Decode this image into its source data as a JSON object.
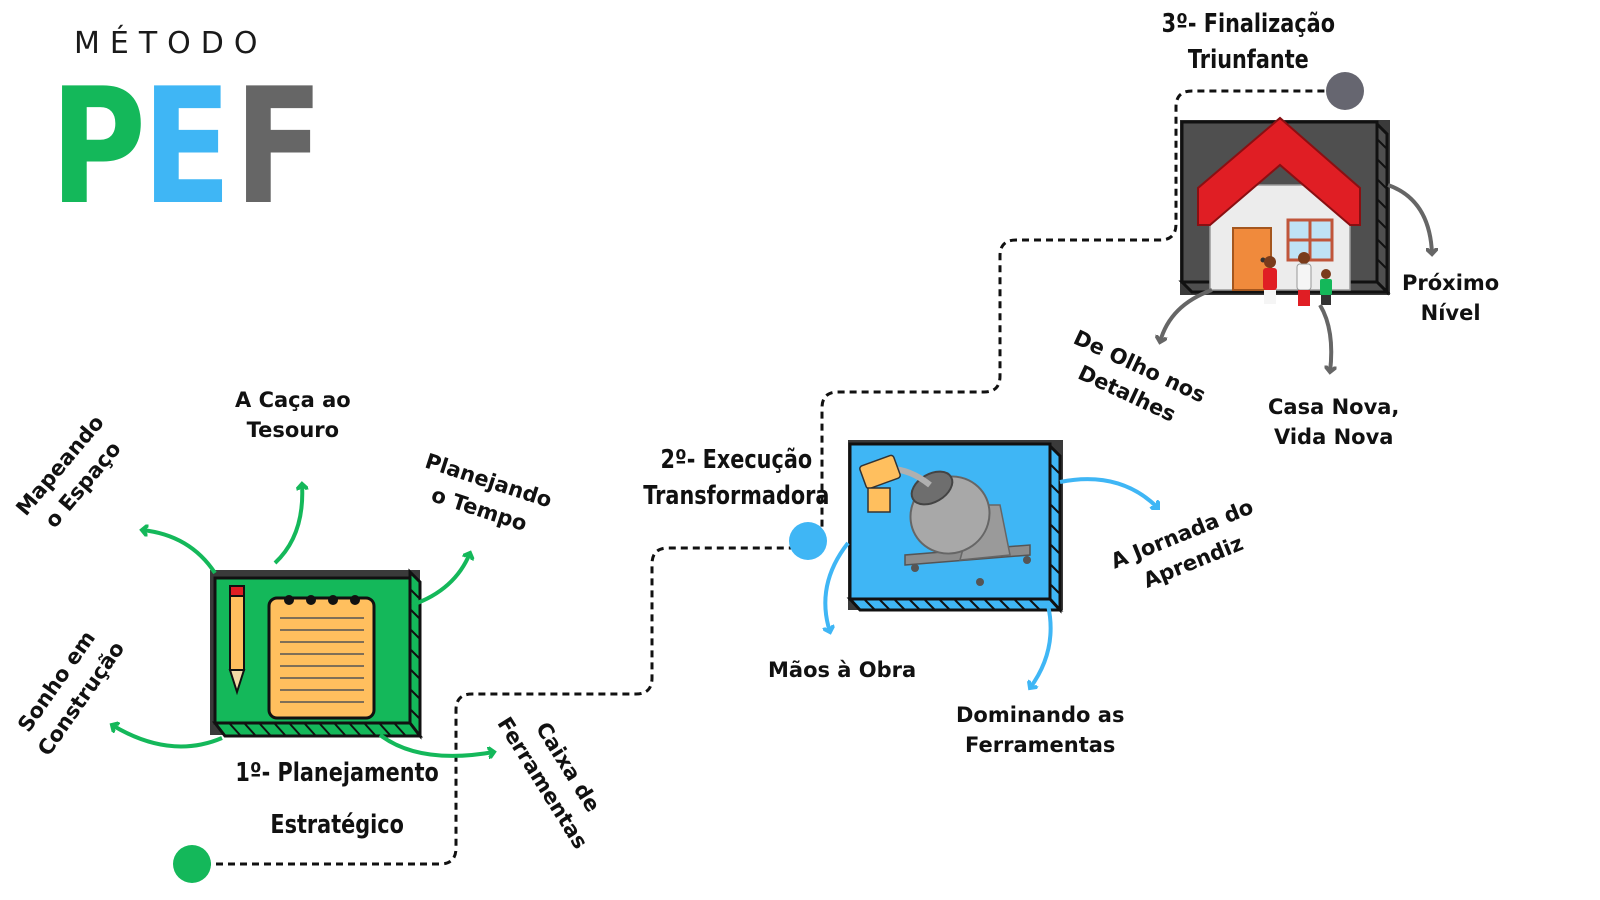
{
  "logo": {
    "word": "MÉTODO",
    "letters": [
      "P",
      "E",
      "F"
    ]
  },
  "colors": {
    "green": "#14b85a",
    "blue": "#3fb6f5",
    "gray": "#666666",
    "red": "#e01e24",
    "orange": "#ffbf5e",
    "dark": "#111111"
  },
  "stages": [
    {
      "title": "1º- Planejamento",
      "subtitle": "Estratégico"
    },
    {
      "title": "2º- Execução",
      "subtitle": "Transformadora"
    },
    {
      "title": "3º- Finalização",
      "subtitle": "Triunfante"
    }
  ],
  "stage1_items": [
    {
      "line1": "Mapeando",
      "line2": "o Espaço"
    },
    {
      "line1": "A Caça ao",
      "line2": "Tesouro"
    },
    {
      "line1": "Planejando",
      "line2": "o Tempo"
    },
    {
      "line1": "Sonho em",
      "line2": "Construção"
    },
    {
      "line1": "Caixa de",
      "line2": "Ferramentas"
    }
  ],
  "stage2_items": [
    {
      "line1": "A Jornada do",
      "line2": "Aprendiz"
    },
    {
      "line1": "Mãos à Obra",
      "line2": ""
    },
    {
      "line1": "Dominando as",
      "line2": "Ferramentas"
    }
  ],
  "stage3_items": [
    {
      "line1": "Próximo",
      "line2": "Nível"
    },
    {
      "line1": "De Olho nos",
      "line2": "Detalhes"
    },
    {
      "line1": "Casa Nova,",
      "line2": "Vida Nova"
    }
  ],
  "icons": [
    "notepad-icon",
    "pencil-icon",
    "cement-mixer-icon",
    "house-icon",
    "family-icon"
  ]
}
